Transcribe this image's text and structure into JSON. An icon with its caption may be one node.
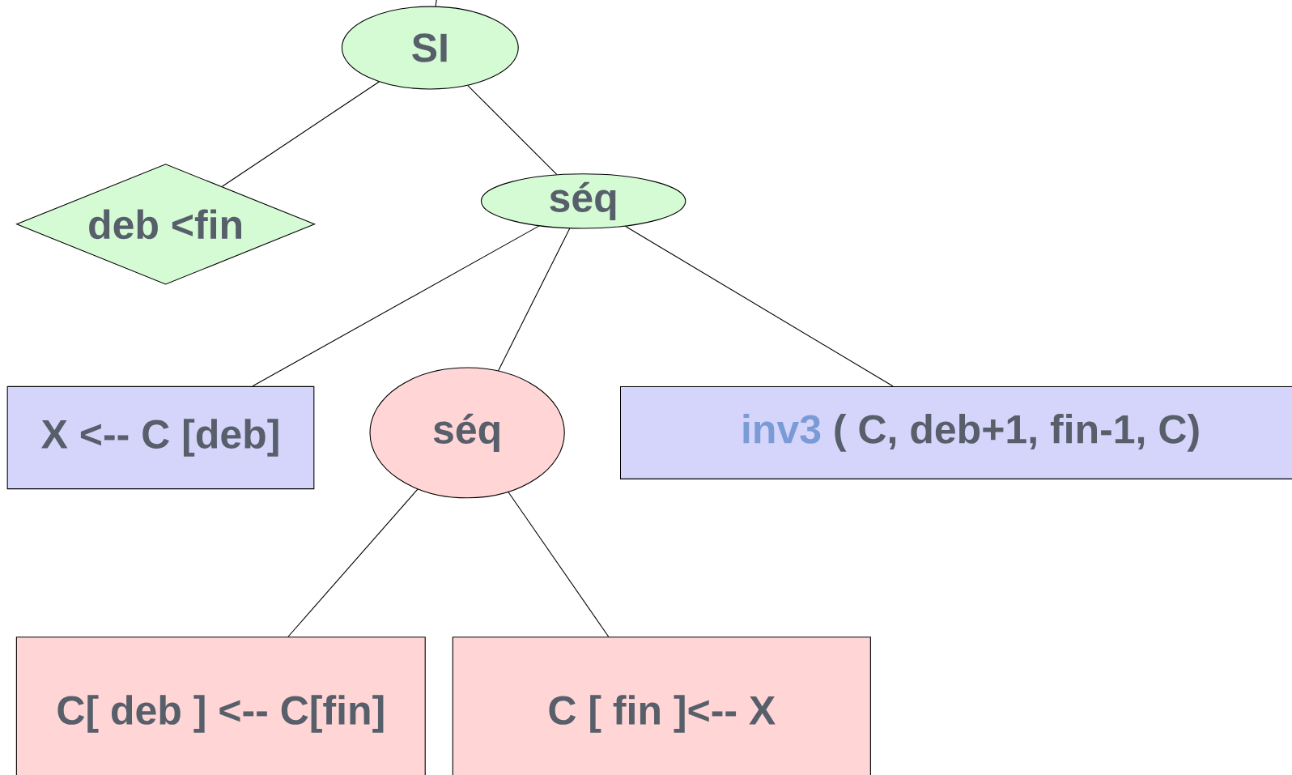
{
  "diagram": {
    "nodes": [
      {
        "text": [
          "SI"
        ]
      },
      {
        "text": [
          "deb <fin"
        ]
      },
      {
        "text": [
          "séq"
        ]
      },
      {
        "text": [
          "X <-- C [deb]"
        ]
      },
      {
        "text": [
          "séq"
        ]
      },
      {
        "text": [
          "inv3",
          "( C, deb+1, fin-1, C)"
        ]
      },
      {
        "text": [
          "C[ deb ] <-- C[fin]"
        ]
      },
      {
        "text": [
          "C [ fin ]<--  X"
        ]
      }
    ],
    "edges": [
      {
        "from": null,
        "to": 0,
        "arrow": "none"
      },
      {
        "from": 0,
        "to": 1,
        "arrow": "none"
      },
      {
        "from": 0,
        "to": 2,
        "arrow": "none"
      },
      {
        "from": 2,
        "to": 3,
        "arrow": "none"
      },
      {
        "from": 2,
        "to": 4,
        "arrow": "none"
      },
      {
        "from": 2,
        "to": 5,
        "arrow": "none"
      },
      {
        "from": 4,
        "to": 6,
        "arrow": "none"
      },
      {
        "from": 4,
        "to": 7,
        "arrow": "none"
      }
    ]
  }
}
